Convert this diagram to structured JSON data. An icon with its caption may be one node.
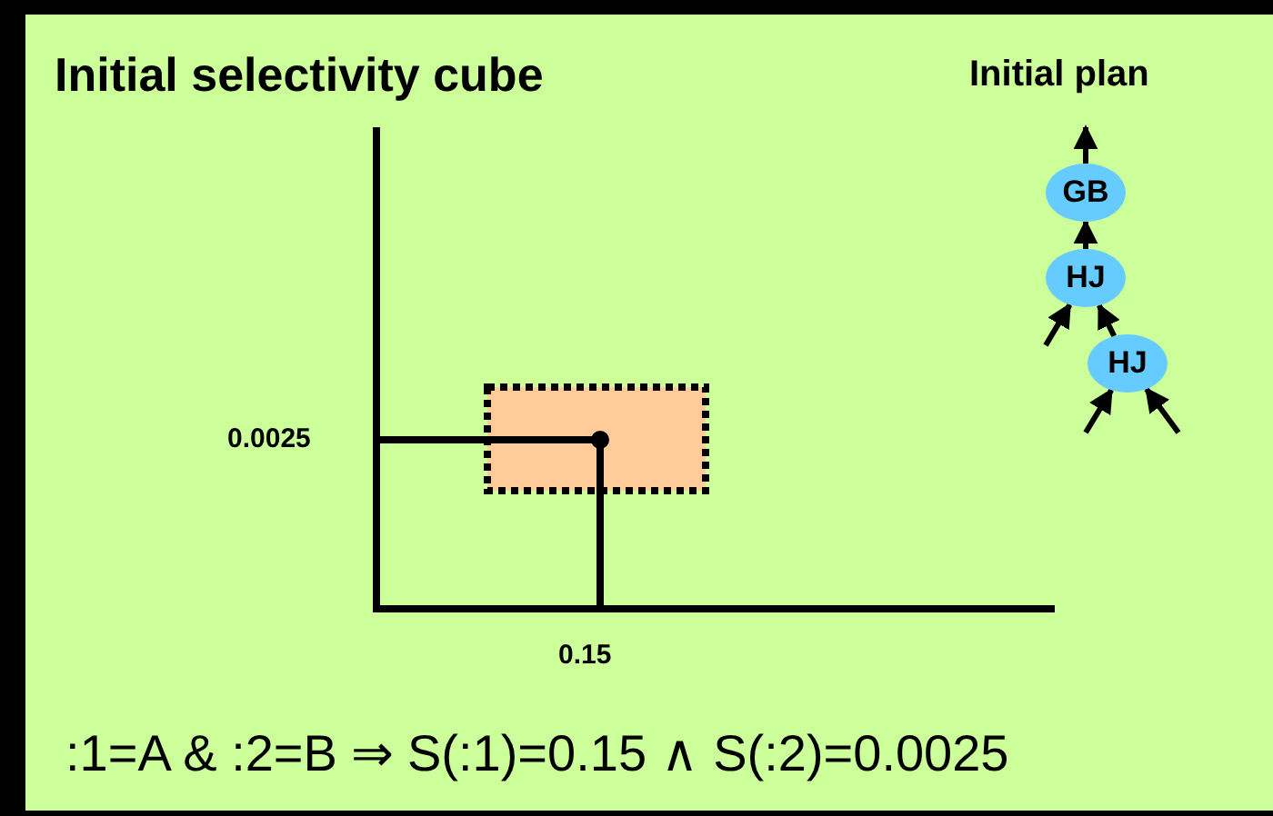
{
  "diagram": {
    "title": "Initial selectivity cube",
    "nodes": [
      {
        "text": [
          "GB"
        ]
      },
      {
        "text": [
          "HJ"
        ]
      },
      {
        "text": [
          "HJ"
        ]
      }
    ],
    "edges": [
      {
        "from": 0,
        "to": null,
        "arrow": "to"
      },
      {
        "from": 1,
        "to": 0,
        "arrow": "to"
      },
      {
        "from": null,
        "to": 1,
        "arrow": "to"
      },
      {
        "from": 2,
        "to": 1,
        "arrow": "to"
      },
      {
        "from": null,
        "to": 2,
        "arrow": "to"
      },
      {
        "from": null,
        "to": 2,
        "arrow": "to"
      }
    ],
    "labels": [
      "Initial plan",
      "0.0025",
      "0.15",
      ":1=A & :2=B ⇒ S(:1)=0.15 ∧ S(:2)=0.0025"
    ]
  }
}
